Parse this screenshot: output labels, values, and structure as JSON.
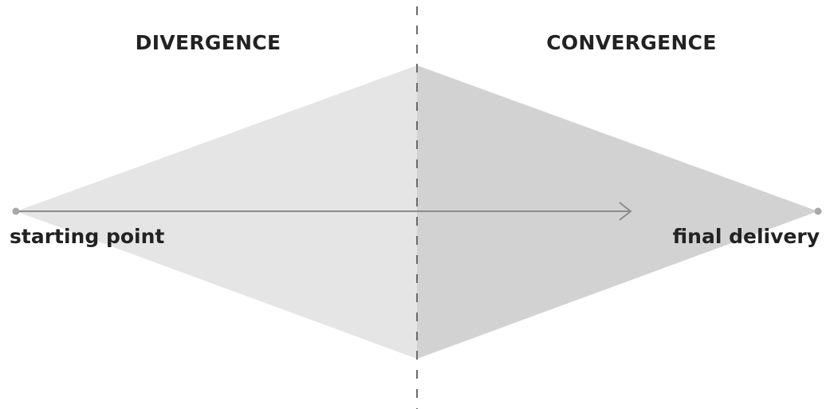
{
  "headings": {
    "left": "DIVERGENCE",
    "right": "CONVERGENCE"
  },
  "labels": {
    "start": "starting point",
    "end": "final delivery"
  },
  "colors": {
    "divergence_fill": "#e5e5e6",
    "convergence_fill": "#d2d2d3",
    "divider": "#6b6b6b",
    "arrow": "#8c8c8c",
    "endpoint_dot": "#a8a8a8",
    "text": "#222222"
  }
}
